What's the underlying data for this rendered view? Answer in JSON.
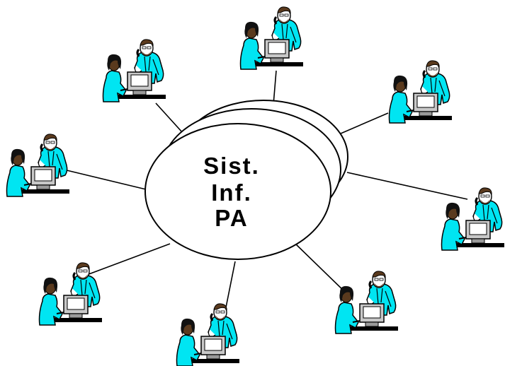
{
  "hub": {
    "lines": [
      "Sist.",
      "Inf.",
      "PA"
    ]
  },
  "colors": {
    "background": "#ffffff",
    "stroke": "#000000",
    "clothing": "#00e5f2",
    "skin": "#5a3a1e",
    "hair": "#111111",
    "monitor": "#c8c8c8",
    "screen": "#ffffff",
    "desk": "#000000"
  },
  "workstations": [
    {
      "name": "workstation-top-left",
      "icon": "office-workers-computer-icon"
    },
    {
      "name": "workstation-top",
      "icon": "office-workers-computer-icon"
    },
    {
      "name": "workstation-top-right",
      "icon": "office-workers-computer-icon"
    },
    {
      "name": "workstation-left",
      "icon": "office-workers-computer-icon"
    },
    {
      "name": "workstation-right",
      "icon": "office-workers-computer-icon"
    },
    {
      "name": "workstation-bottom-left",
      "icon": "office-workers-computer-icon"
    },
    {
      "name": "workstation-bottom",
      "icon": "office-workers-computer-icon"
    },
    {
      "name": "workstation-bottom-right",
      "icon": "office-workers-computer-icon"
    }
  ]
}
